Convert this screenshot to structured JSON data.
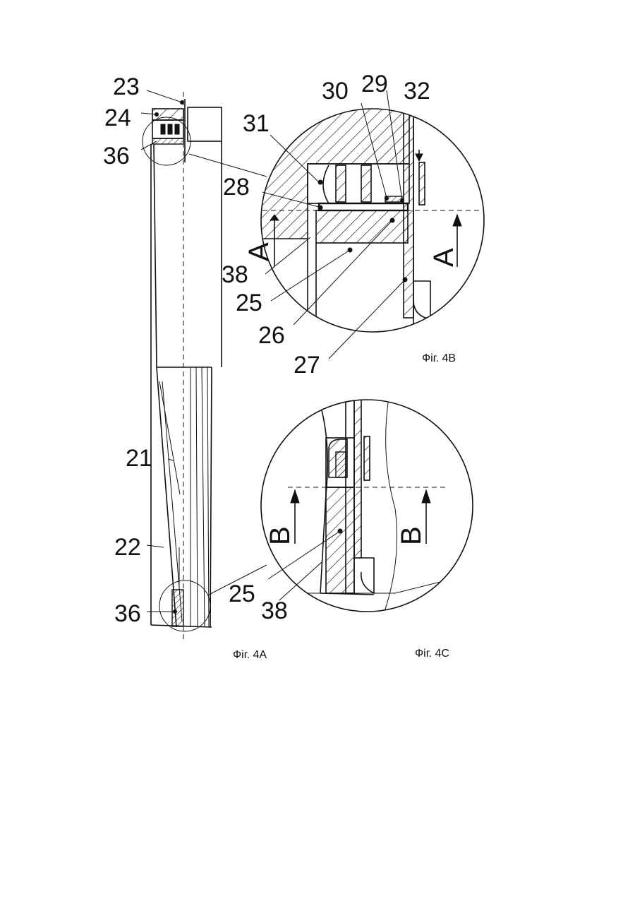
{
  "figures": {
    "fig_4a": {
      "caption": "Фіг. 4A",
      "labels": {
        "l23": "23",
        "l24": "24",
        "l36_top": "36",
        "l21": "21",
        "l22": "22",
        "l36_bottom": "36"
      }
    },
    "fig_4b": {
      "caption": "Фіг. 4B",
      "labels": {
        "l30": "30",
        "l29": "29",
        "l32": "32",
        "l31": "31",
        "l28": "28",
        "l38": "38",
        "l25": "25",
        "l26": "26",
        "l27": "27"
      },
      "section_marks": {
        "left": "A",
        "right": "A"
      }
    },
    "fig_4c": {
      "caption": "Фіг. 4C",
      "labels": {
        "l25": "25",
        "l38": "38"
      },
      "section_marks": {
        "left": "B",
        "right": "B"
      }
    }
  }
}
